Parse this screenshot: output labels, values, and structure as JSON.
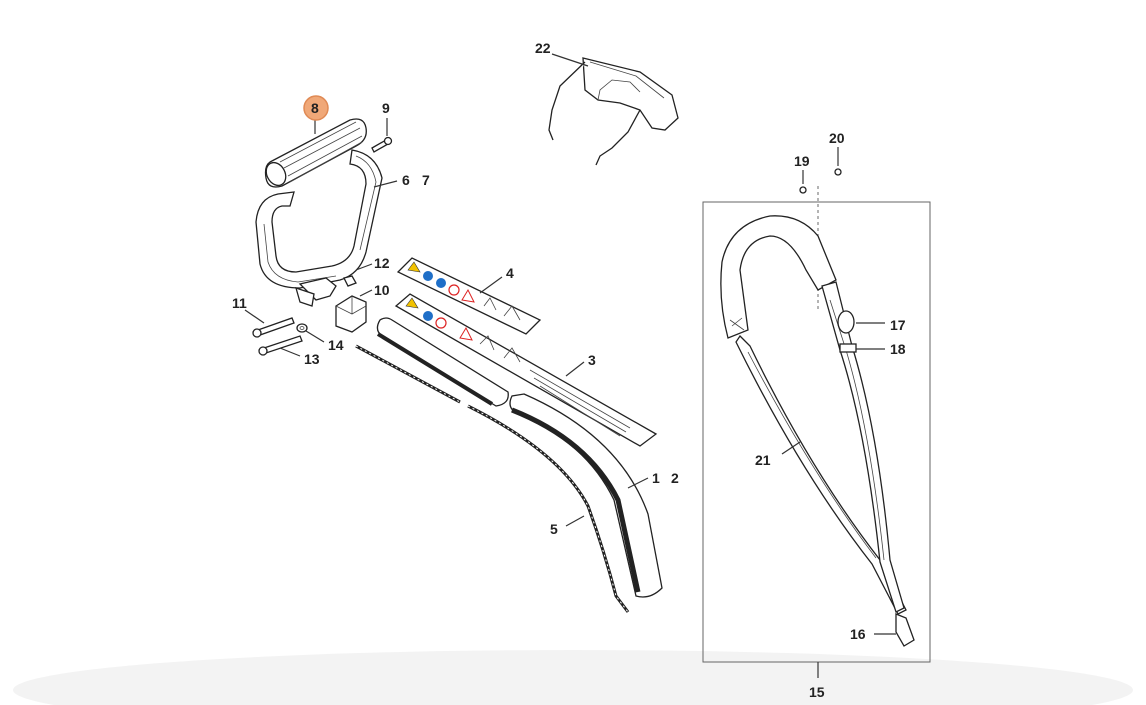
{
  "diagram": {
    "highlight_color": "#f0a878",
    "highlight_border": "#e08a55",
    "callouts": {
      "c1": "1",
      "c2": "2",
      "c3": "3",
      "c4": "4",
      "c5": "5",
      "c6": "6",
      "c7": "7",
      "c8": "8",
      "c9": "9",
      "c10": "10",
      "c11": "11",
      "c12": "12",
      "c13": "13",
      "c14": "14",
      "c15": "15",
      "c16": "16",
      "c17": "17",
      "c18": "18",
      "c19": "19",
      "c20": "20",
      "c21": "21",
      "c22": "22"
    },
    "highlighted_part": "8"
  }
}
